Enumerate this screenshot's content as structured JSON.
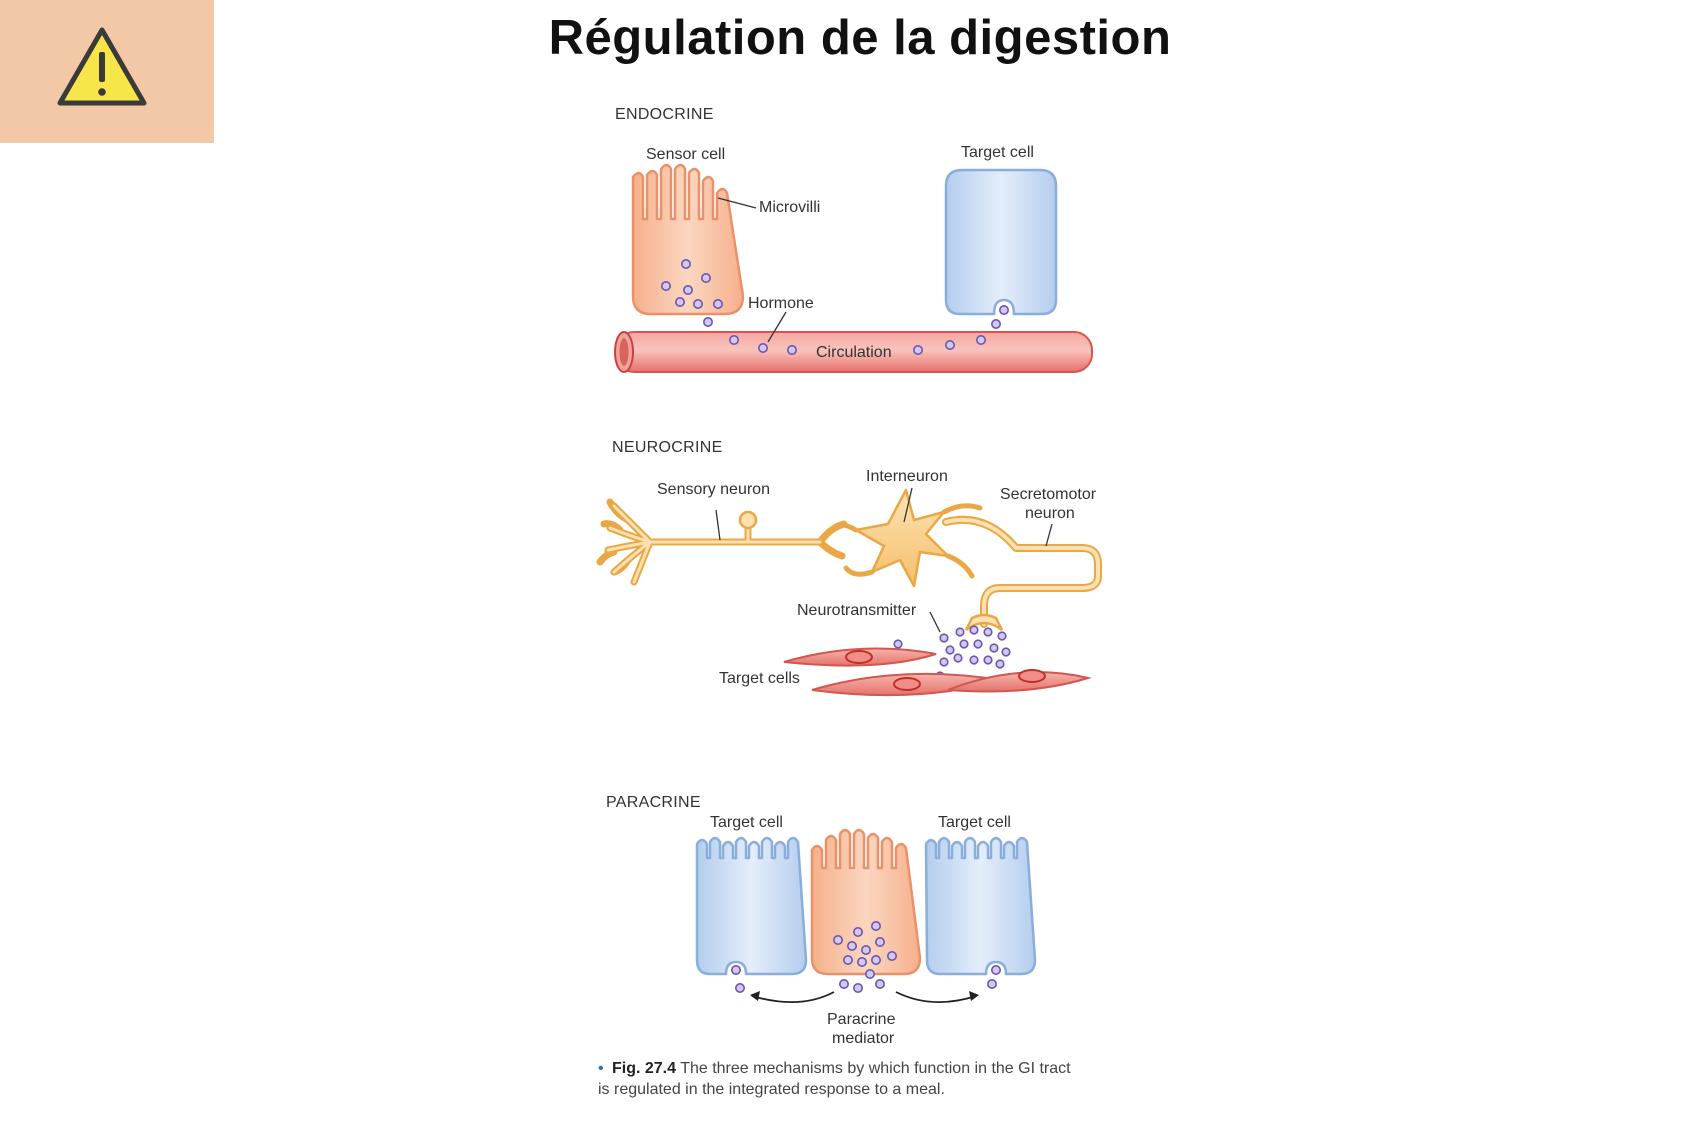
{
  "slide": {
    "title": "Régulation de la digestion",
    "icon": "warning-icon"
  },
  "figure": {
    "endocrine": {
      "heading": "ENDOCRINE",
      "sensor_cell": "Sensor cell",
      "microvilli": "Microvilli",
      "target_cell": "Target cell",
      "hormone": "Hormone",
      "circulation": "Circulation"
    },
    "neurocrine": {
      "heading": "NEUROCRINE",
      "sensory_neuron": "Sensory neuron",
      "interneuron": "Interneuron",
      "secretomotor_line1": "Secretomotor",
      "secretomotor_line2": "neuron",
      "neurotransmitter": "Neurotransmitter",
      "target_cells": "Target cells"
    },
    "paracrine": {
      "heading": "PARACRINE",
      "target_cell_left": "Target cell",
      "target_cell_right": "Target cell",
      "mediator_line1": "Paracrine",
      "mediator_line2": "mediator"
    },
    "caption": {
      "bullet": "•",
      "label": "Fig. 27.4",
      "line1": " The three mechanisms by which function in the GI tract",
      "line2": "is regulated in the integrated response to a meal."
    }
  },
  "colors": {
    "warning_box": "#f2c8a7",
    "warning_triangle": "#f7e64a",
    "sensor_cell": "#f8c4a6",
    "target_cell": "#cddff5",
    "circulation": "#f08b86",
    "neuron": "#f9d08a",
    "target_muscle": "#ef8d86",
    "molecule": "#d4c8f0"
  }
}
